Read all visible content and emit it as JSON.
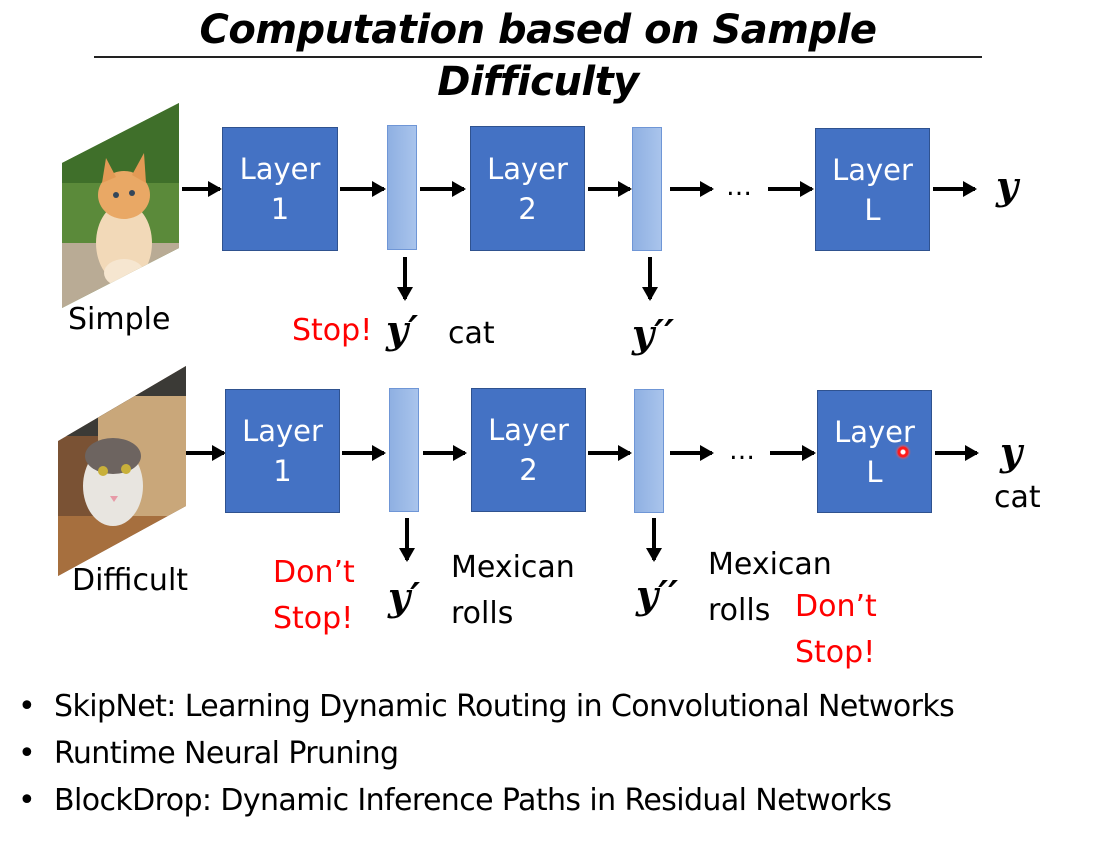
{
  "title": "Computation based on Sample Difficulty",
  "rows": {
    "simple": {
      "image_label": "Simple",
      "layers": [
        {
          "line1": "Layer",
          "line2": "1"
        },
        {
          "line1": "Layer",
          "line2": "2"
        },
        {
          "line1": "Layer",
          "line2": "L"
        }
      ],
      "ellipsis": "…",
      "output": "y",
      "exit1": {
        "symbol": "y′",
        "status": "Stop!",
        "prediction": "cat"
      },
      "exit2": {
        "symbol": "y′′"
      }
    },
    "difficult": {
      "image_label": "Difficult",
      "layers": [
        {
          "line1": "Layer",
          "line2": "1"
        },
        {
          "line1": "Layer",
          "line2": "2"
        },
        {
          "line1": "Layer",
          "line2": "L"
        }
      ],
      "ellipsis": "…",
      "output": "y",
      "output_prediction": "cat",
      "exit1": {
        "symbol": "y′",
        "status_line1": "Don’t",
        "status_line2": "Stop!",
        "pred_line1": "Mexican",
        "pred_line2": "rolls"
      },
      "exit2": {
        "symbol": "y′′",
        "status_line1": "Don’t",
        "status_line2": "Stop!",
        "pred_line1": "Mexican",
        "pred_line2": "rolls"
      }
    }
  },
  "references": [
    "SkipNet: Learning Dynamic Routing in Convolutional Networks",
    "Runtime Neural Pruning",
    "BlockDrop: Dynamic Inference Paths in Residual Networks"
  ],
  "colors": {
    "layer_fill": "#4472c4",
    "feature_fill": "#9dbbe8",
    "stop_text": "#ff0000"
  }
}
